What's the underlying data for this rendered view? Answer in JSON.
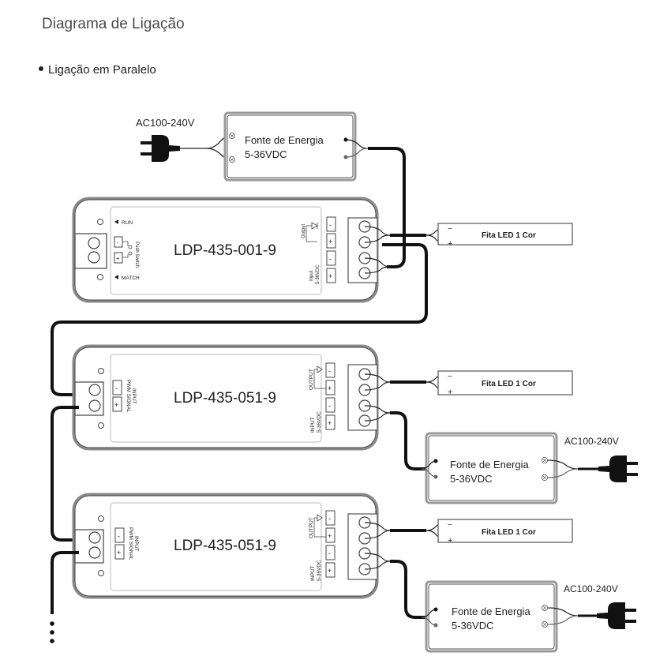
{
  "header": {
    "title": "Diagrama de Ligação",
    "subtitle": "Ligação em Paralelo"
  },
  "power_supply": {
    "label_line1": "Fonte de Energia",
    "label_line2": "5-36VDC",
    "ac_label": "AC100-240V"
  },
  "controller_master": {
    "model": "LDP-435-001-9",
    "run_label": "RUN",
    "match_label": "MATCH",
    "push_switch_label": "Push Switch",
    "output_label": "Output",
    "input_label": "Input",
    "input_voltage": "5-36VDC",
    "minus": "-",
    "plus": "+"
  },
  "controller_slave": {
    "model": "LDP-435-051-9",
    "input_label": "INPUT",
    "pwm_label": "PWM SIGNAL",
    "output_label": "OUTPUT",
    "input_voltage": "5-36VDC",
    "minus": "-",
    "plus": "+"
  },
  "led_strip": {
    "label": "Fita LED 1 Cor",
    "minus": "−",
    "plus": "+"
  },
  "colors": {
    "wire": "#111111",
    "box_stroke": "#888888",
    "text": "#222222"
  }
}
